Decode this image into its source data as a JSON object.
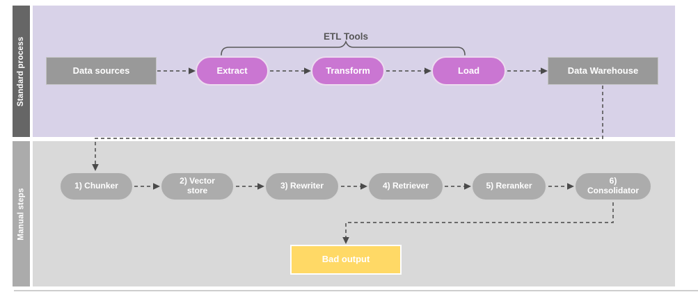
{
  "diagram": {
    "lanes": [
      {
        "label": "Standard process"
      },
      {
        "label": "Manual steps"
      }
    ],
    "bracket": {
      "label": "ETL Tools"
    },
    "standard_nodes": {
      "data_sources": "Data sources",
      "extract": "Extract",
      "transform": "Transform",
      "load": "Load",
      "data_warehouse": "Data Warehouse"
    },
    "manual_nodes": {
      "chunker": "1) Chunker",
      "vector_store": "2) Vector store",
      "rewriter": "3) Rewriter",
      "retriever": "4) Retriever",
      "reranker": "5) Reranker",
      "consolidator": "6) Consolidator"
    },
    "result_node": {
      "bad_output": "Bad output"
    },
    "colors": {
      "standard_lane_bg": "#d8d2e8",
      "manual_lane_bg": "#d9d9d9",
      "standard_lane_label_bg": "#666666",
      "manual_lane_label_bg": "#ababab",
      "process_box_fill": "#999999",
      "etl_pill_fill": "#ca76d2",
      "manual_pill_fill": "#acacac",
      "bad_output_fill": "#ffd966",
      "connector_stroke": "#5b5b5b",
      "bracket_stroke": "#595959"
    }
  }
}
